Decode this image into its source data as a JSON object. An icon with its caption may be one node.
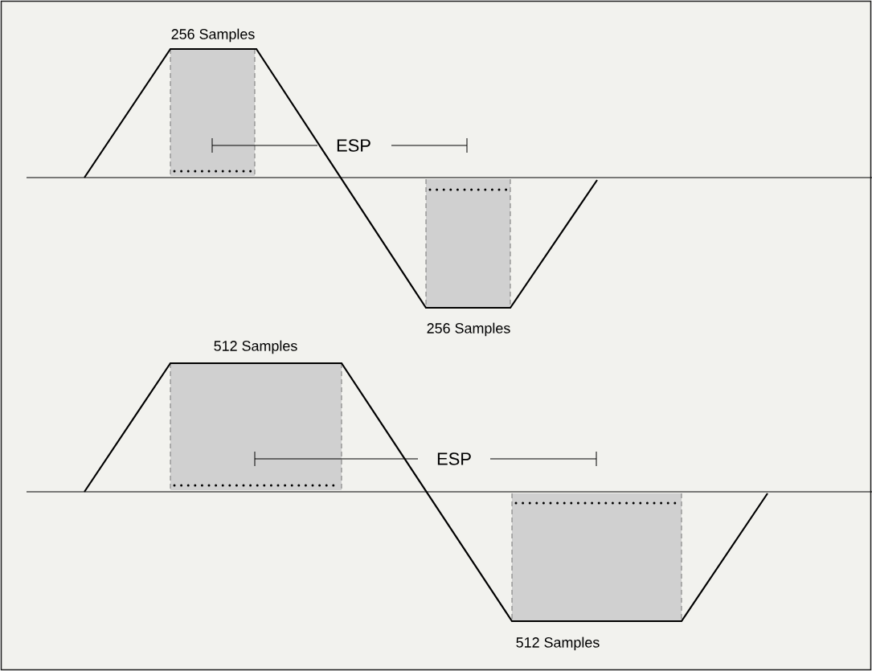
{
  "diagram": {
    "labels": [
      "256 Samples",
      "ESP",
      "256 Samples",
      "512 Samples",
      "ESP",
      "512 Samples"
    ]
  }
}
